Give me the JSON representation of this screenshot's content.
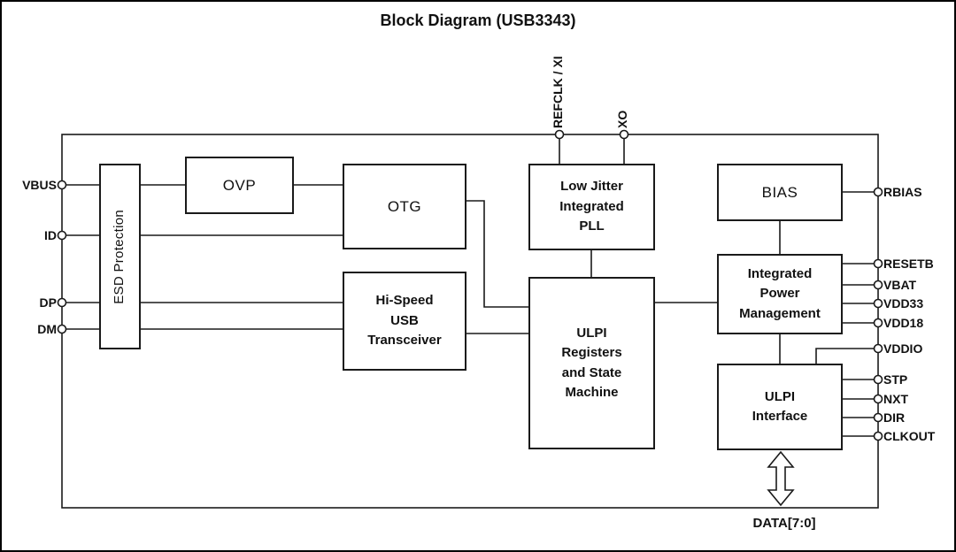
{
  "title": "Block Diagram (USB3343)",
  "colors": {
    "ink": "#1a1a1a",
    "background": "#ffffff"
  },
  "blocks": {
    "esd": "ESD Protection",
    "ovp": "OVP",
    "otg": "OTG",
    "transceiver": "Hi-Speed\nUSB\nTransceiver",
    "pll": "Low Jitter\nIntegrated\nPLL",
    "ulpi_registers": "ULPI\nRegisters\nand State\nMachine",
    "bias": "BIAS",
    "power_management": "Integrated\nPower\nManagement",
    "ulpi_interface": "ULPI\nInterface"
  },
  "pins": {
    "left": [
      "VBUS",
      "ID",
      "DP",
      "DM"
    ],
    "top": [
      "REFCLK / XI",
      "XO"
    ],
    "right": [
      "RBIAS",
      "RESETB",
      "VBAT",
      "VDD33",
      "VDD18",
      "VDDIO",
      "STP",
      "NXT",
      "DIR",
      "CLKOUT"
    ],
    "bottom": [
      "DATA[7:0]"
    ]
  }
}
